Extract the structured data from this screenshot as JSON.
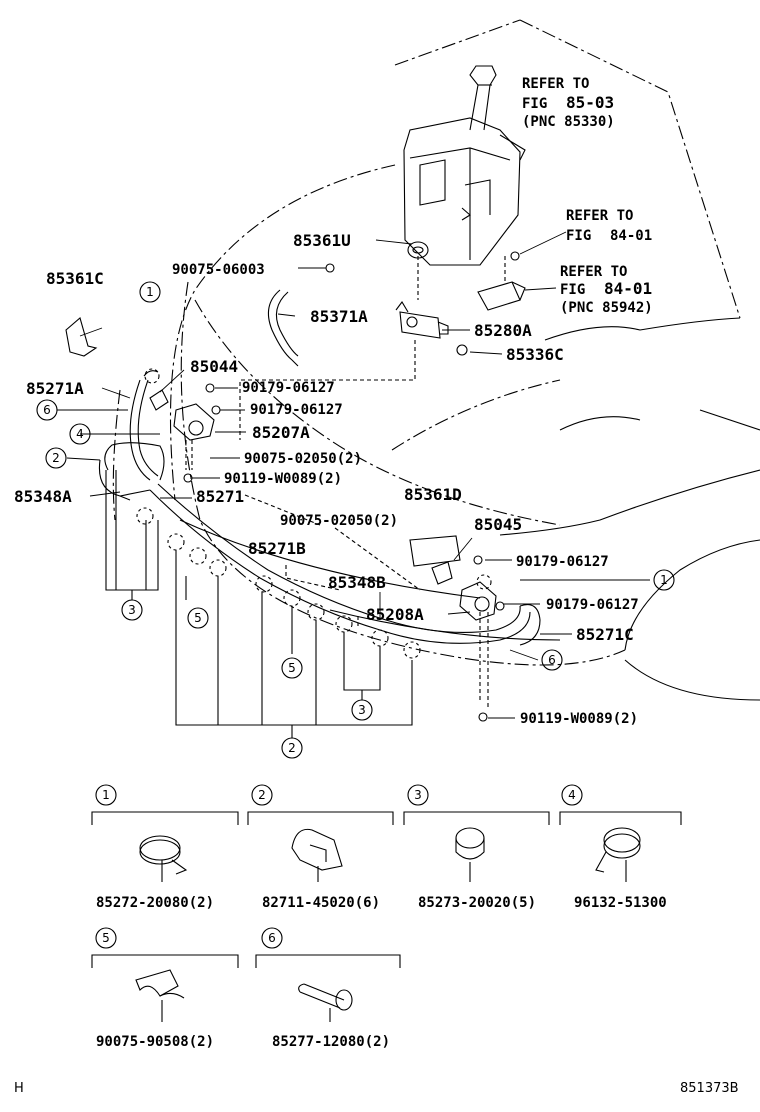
{
  "refs": {
    "r1_l1": "REFER TO",
    "r1_l2a": "FIG",
    "r1_l2b": "85-03",
    "r1_l3": "(PNC 85330)",
    "r2_l1": "REFER TO",
    "r2_l2a": "FIG",
    "r2_l2b": "84-01",
    "r3_l1": "REFER TO",
    "r3_l2a": "FIG",
    "r3_l2b": "84-01",
    "r3_l3": "(PNC 85942)"
  },
  "parts": {
    "p85361U": "85361U",
    "p90075_06003": "90075-06003",
    "p85361C": "85361C",
    "p85371A": "85371A",
    "p85280A": "85280A",
    "p85336C": "85336C",
    "p85044": "85044",
    "p90179_a": "90179-06127",
    "p90179_b": "90179-06127",
    "p85271A": "85271A",
    "p85207A": "85207A",
    "p90075_02050_a": "90075-02050(2)",
    "p90119_a": "90119-W0089(2)",
    "p85348A": "85348A",
    "p85271": "85271",
    "p85361D": "85361D",
    "p90075_02050_b": "90075-02050(2)",
    "p85045": "85045",
    "p85271B": "85271B",
    "p90179_c": "90179-06127",
    "p85348B": "85348B",
    "p90179_d": "90179-06127",
    "p85208A": "85208A",
    "p85271C": "85271C",
    "p90119_b": "90119-W0089(2)"
  },
  "callouts": {
    "c1": "1",
    "c2": "2",
    "c3": "3",
    "c4": "4",
    "c5": "5",
    "c6": "6"
  },
  "legend": [
    {
      "num": "1",
      "part": "85272-20080(2)"
    },
    {
      "num": "2",
      "part": "82711-45020(6)"
    },
    {
      "num": "3",
      "part": "85273-20020(5)"
    },
    {
      "num": "4",
      "part": "96132-51300"
    },
    {
      "num": "5",
      "part": "90075-90508(2)"
    },
    {
      "num": "6",
      "part": "85277-12080(2)"
    }
  ],
  "footer": {
    "left": "H",
    "right": "851373B"
  }
}
